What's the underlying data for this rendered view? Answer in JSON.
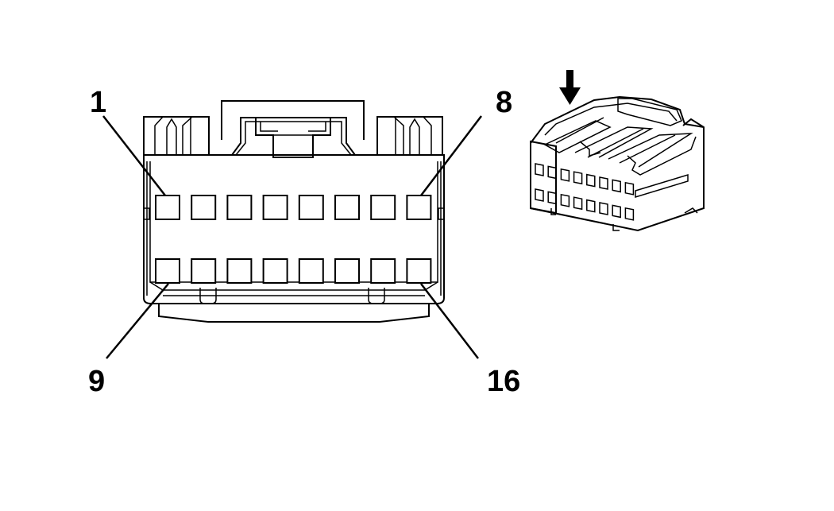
{
  "connector": {
    "pins_per_row": 8,
    "rows": 2,
    "labels": {
      "pin_1": "1",
      "pin_8": "8",
      "pin_9": "9",
      "pin_16": "16"
    }
  },
  "icons": {
    "insertion_arrow": "down-arrow-icon"
  },
  "colors": {
    "line": "#000000",
    "background": "#ffffff"
  }
}
